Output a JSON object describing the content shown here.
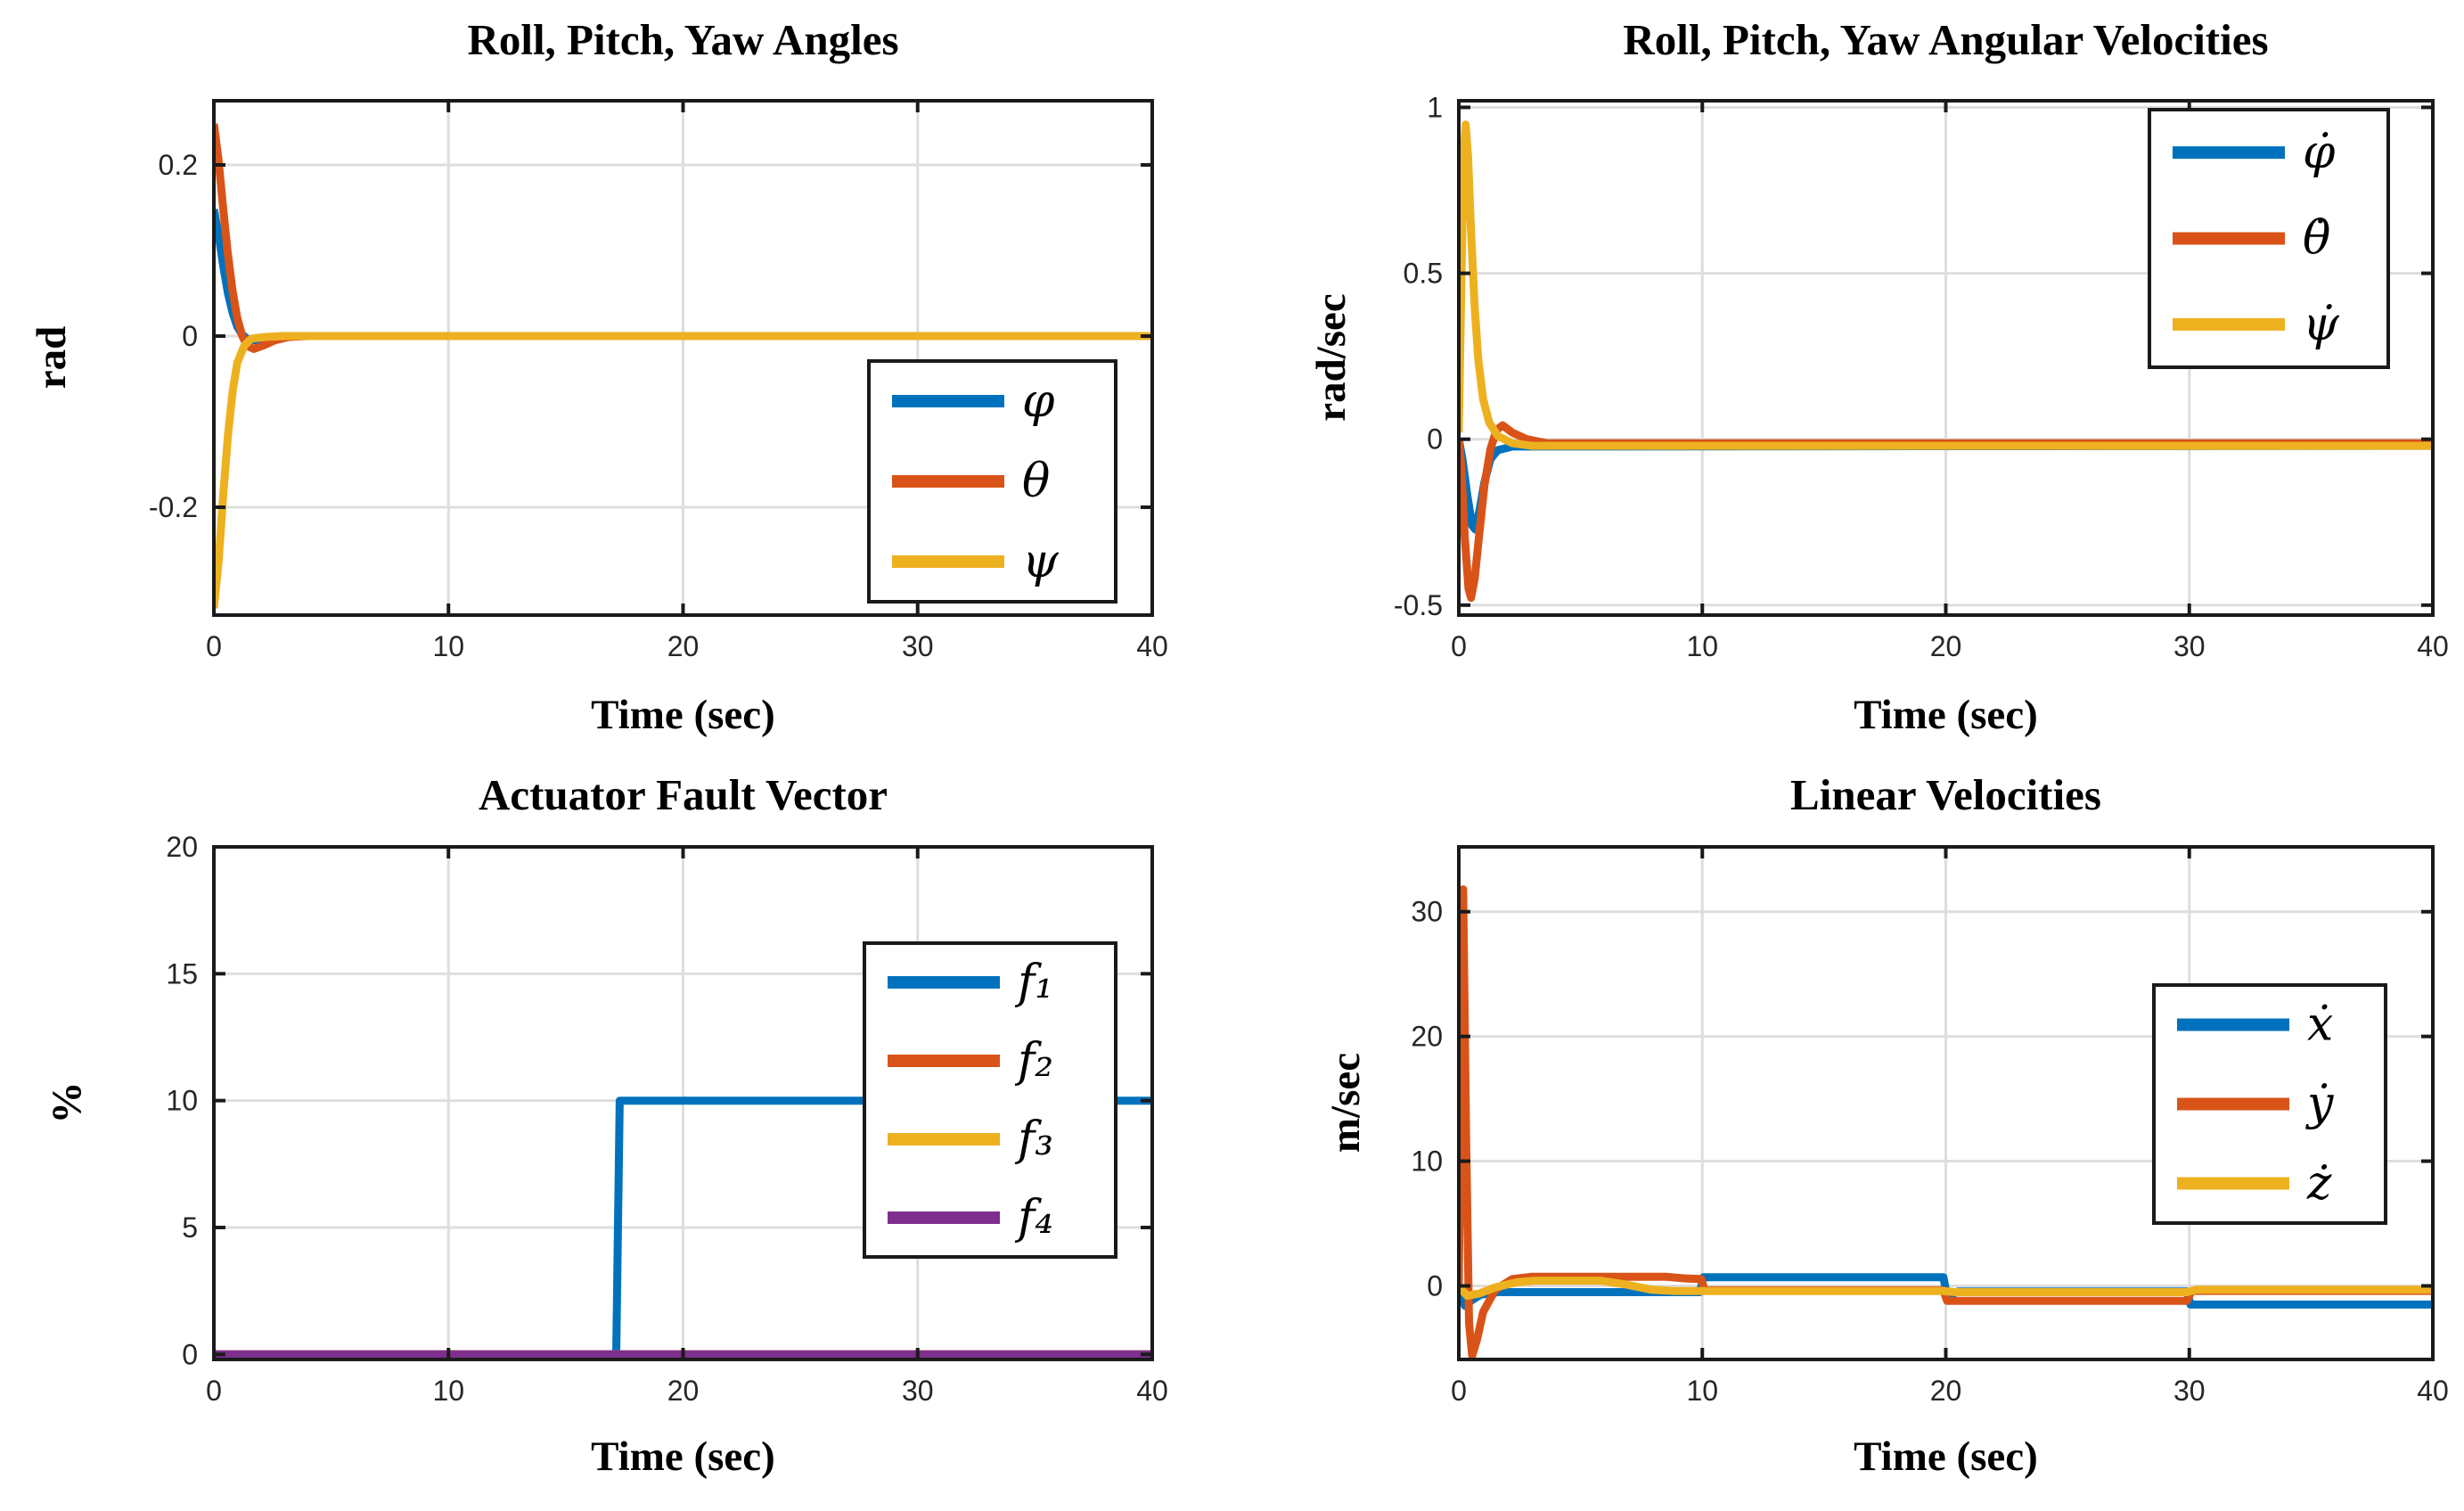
{
  "figure": {
    "background": "#ffffff",
    "axes_border_color": "#1a1a1a",
    "grid_color": "#dedede",
    "tick_label_color": "#262626",
    "text_color": "#000000",
    "palette": {
      "blue": "#0072BD",
      "orange": "#D95319",
      "yellow": "#EDB120",
      "purple": "#7E2F8E"
    }
  },
  "chart_data": [
    {
      "id": "tl",
      "type": "line",
      "title": "Roll, Pitch, Yaw Angles",
      "xlabel": "Time (sec)",
      "ylabel": "rad",
      "xlim": [
        0,
        40
      ],
      "xticks": [
        0,
        10,
        20,
        30,
        40
      ],
      "xtick_labels": [
        "0",
        "10",
        "20",
        "30",
        "40"
      ],
      "ylim": [
        -0.326,
        0.275
      ],
      "yticks": [
        -0.2,
        0,
        0.2
      ],
      "ytick_labels": [
        "-0.2",
        "0",
        "0.2"
      ],
      "grid": true,
      "legend_position": "inside lower right",
      "series": [
        {
          "name": "phi",
          "label": "φ",
          "color": "#0072BD",
          "points": [
            [
              0,
              0.148
            ],
            [
              0.2,
              0.118
            ],
            [
              0.4,
              0.082
            ],
            [
              0.6,
              0.05
            ],
            [
              0.8,
              0.027
            ],
            [
              1,
              0.011
            ],
            [
              1.2,
              0.002
            ],
            [
              1.45,
              -0.004
            ],
            [
              1.8,
              -0.005
            ],
            [
              2.3,
              -0.002
            ],
            [
              3,
              0
            ],
            [
              40,
              0
            ]
          ]
        },
        {
          "name": "theta",
          "label": "θ",
          "color": "#D95319",
          "points": [
            [
              0,
              0.248
            ],
            [
              0.2,
              0.205
            ],
            [
              0.4,
              0.148
            ],
            [
              0.6,
              0.095
            ],
            [
              0.8,
              0.052
            ],
            [
              1,
              0.021
            ],
            [
              1.2,
              0.001
            ],
            [
              1.4,
              -0.011
            ],
            [
              1.7,
              -0.015
            ],
            [
              2.1,
              -0.011
            ],
            [
              2.6,
              -0.005
            ],
            [
              3.2,
              -0.001
            ],
            [
              4,
              0
            ],
            [
              40,
              0
            ]
          ]
        },
        {
          "name": "psi",
          "label": "ψ",
          "color": "#EDB120",
          "points": [
            [
              0,
              -0.318
            ],
            [
              0.2,
              -0.263
            ],
            [
              0.4,
              -0.186
            ],
            [
              0.6,
              -0.116
            ],
            [
              0.8,
              -0.064
            ],
            [
              1,
              -0.031
            ],
            [
              1.3,
              -0.011
            ],
            [
              1.6,
              -0.003
            ],
            [
              2.2,
              -0.001
            ],
            [
              3,
              0
            ],
            [
              40,
              0
            ]
          ]
        }
      ]
    },
    {
      "id": "tr",
      "type": "line",
      "title": "Roll, Pitch, Yaw Angular Velocities",
      "xlabel": "Time (sec)",
      "ylabel": "rad/sec",
      "xlim": [
        0,
        40
      ],
      "xticks": [
        0,
        10,
        20,
        30,
        40
      ],
      "xtick_labels": [
        "0",
        "10",
        "20",
        "30",
        "40"
      ],
      "ylim": [
        -0.53,
        1.02
      ],
      "yticks": [
        -0.5,
        0,
        0.5,
        1
      ],
      "ytick_labels": [
        "-0.5",
        "0",
        "0.5",
        "1"
      ],
      "grid": true,
      "legend_position": "inside upper right",
      "series": [
        {
          "name": "phi-dot",
          "label": "φ̇",
          "color": "#0072BD",
          "points": [
            [
              0,
              0
            ],
            [
              0.15,
              -0.06
            ],
            [
              0.35,
              -0.17
            ],
            [
              0.55,
              -0.26
            ],
            [
              0.68,
              -0.272
            ],
            [
              0.85,
              -0.215
            ],
            [
              1.05,
              -0.13
            ],
            [
              1.3,
              -0.06
            ],
            [
              1.6,
              -0.033
            ],
            [
              2.2,
              -0.022
            ],
            [
              40,
              -0.02
            ]
          ]
        },
        {
          "name": "theta-dot",
          "label": "θ̇",
          "color": "#D95319",
          "points": [
            [
              0,
              0
            ],
            [
              0.1,
              -0.08
            ],
            [
              0.25,
              -0.3
            ],
            [
              0.4,
              -0.45
            ],
            [
              0.5,
              -0.478
            ],
            [
              0.65,
              -0.42
            ],
            [
              0.85,
              -0.28
            ],
            [
              1.05,
              -0.14
            ],
            [
              1.3,
              -0.03
            ],
            [
              1.55,
              0.028
            ],
            [
              1.8,
              0.042
            ],
            [
              2.2,
              0.02
            ],
            [
              2.8,
              0
            ],
            [
              3.6,
              -0.012
            ],
            [
              40,
              -0.012
            ]
          ]
        },
        {
          "name": "psi-dot",
          "label": "ψ̇",
          "color": "#EDB120",
          "points": [
            [
              0,
              0.02
            ],
            [
              0.1,
              0.45
            ],
            [
              0.2,
              0.86
            ],
            [
              0.28,
              0.948
            ],
            [
              0.38,
              0.85
            ],
            [
              0.5,
              0.63
            ],
            [
              0.65,
              0.4
            ],
            [
              0.8,
              0.24
            ],
            [
              1,
              0.12
            ],
            [
              1.25,
              0.05
            ],
            [
              1.6,
              0.01
            ],
            [
              2.2,
              -0.012
            ],
            [
              3,
              -0.02
            ],
            [
              40,
              -0.02
            ]
          ]
        }
      ]
    },
    {
      "id": "bl",
      "type": "line",
      "title": "Actuator Fault Vector",
      "xlabel": "Time (sec)",
      "ylabel": "%",
      "xlim": [
        0,
        40
      ],
      "xticks": [
        0,
        10,
        20,
        30,
        40
      ],
      "xtick_labels": [
        "0",
        "10",
        "20",
        "30",
        "40"
      ],
      "ylim": [
        -0.2,
        20
      ],
      "yticks": [
        0,
        5,
        10,
        15,
        20
      ],
      "ytick_labels": [
        "0",
        "5",
        "10",
        "15",
        "20"
      ],
      "grid": true,
      "legend_position": "inside right",
      "fault_step": {
        "series": "f1",
        "step_time_sec": 17.2,
        "step_value_pct": 10
      },
      "series": [
        {
          "name": "f1",
          "label": "f₁",
          "color": "#0072BD",
          "points": [
            [
              0,
              0
            ],
            [
              17.15,
              0
            ],
            [
              17.3,
              10
            ],
            [
              40,
              10
            ]
          ]
        },
        {
          "name": "f2",
          "label": "f₂",
          "color": "#D95319",
          "points": [
            [
              0,
              0
            ],
            [
              40,
              0
            ]
          ]
        },
        {
          "name": "f3",
          "label": "f₃",
          "color": "#EDB120",
          "points": [
            [
              0,
              0
            ],
            [
              40,
              0
            ]
          ]
        },
        {
          "name": "f4",
          "label": "f₄",
          "color": "#7E2F8E",
          "points": [
            [
              0,
              0
            ],
            [
              40,
              0
            ]
          ]
        }
      ]
    },
    {
      "id": "br",
      "type": "line",
      "title": "Linear Velocities",
      "xlabel": "Time (sec)",
      "ylabel": "m/sec",
      "xlim": [
        0,
        40
      ],
      "xticks": [
        0,
        10,
        20,
        30,
        40
      ],
      "xtick_labels": [
        "0",
        "10",
        "20",
        "30",
        "40"
      ],
      "ylim": [
        -5.9,
        35.2
      ],
      "yticks": [
        0,
        10,
        20,
        30
      ],
      "ytick_labels": [
        "0",
        "10",
        "20",
        "30"
      ],
      "grid": true,
      "legend_position": "inside right",
      "series": [
        {
          "name": "x-dot",
          "label": "ẋ",
          "color": "#0072BD",
          "points": [
            [
              0,
              0
            ],
            [
              0.25,
              -1.6
            ],
            [
              0.5,
              -1.2
            ],
            [
              0.9,
              -0.7
            ],
            [
              1.6,
              -0.5
            ],
            [
              9.9,
              -0.5
            ],
            [
              10.05,
              0.7
            ],
            [
              19.9,
              0.7
            ],
            [
              20.05,
              -0.85
            ],
            [
              20.5,
              -0.45
            ],
            [
              29.9,
              -0.45
            ],
            [
              30.05,
              -1.5
            ],
            [
              40,
              -1.5
            ]
          ]
        },
        {
          "name": "y-dot",
          "label": "ẏ",
          "color": "#D95319",
          "points": [
            [
              0,
              0
            ],
            [
              0.08,
              16
            ],
            [
              0.18,
              31.8
            ],
            [
              0.3,
              12
            ],
            [
              0.42,
              -3
            ],
            [
              0.55,
              -5.6
            ],
            [
              0.75,
              -4.3
            ],
            [
              1,
              -2.1
            ],
            [
              1.5,
              -0.3
            ],
            [
              2.2,
              0.55
            ],
            [
              3,
              0.73
            ],
            [
              8.5,
              0.73
            ],
            [
              9.3,
              0.6
            ],
            [
              9.95,
              0.55
            ],
            [
              10.1,
              -0.35
            ],
            [
              19.9,
              -0.35
            ],
            [
              20.05,
              -1.2
            ],
            [
              29.9,
              -1.2
            ],
            [
              30.1,
              -0.4
            ],
            [
              40,
              -0.4
            ]
          ]
        },
        {
          "name": "z-dot",
          "label": "ż",
          "color": "#EDB120",
          "points": [
            [
              0,
              -0.05
            ],
            [
              0.35,
              -0.8
            ],
            [
              0.85,
              -0.6
            ],
            [
              1.5,
              -0.12
            ],
            [
              2.4,
              0.3
            ],
            [
              3.2,
              0.42
            ],
            [
              5.8,
              0.42
            ],
            [
              6.9,
              0.1
            ],
            [
              7.9,
              -0.3
            ],
            [
              8.9,
              -0.42
            ],
            [
              19.9,
              -0.42
            ],
            [
              20.4,
              -0.5
            ],
            [
              29.9,
              -0.5
            ],
            [
              30.3,
              -0.3
            ],
            [
              40,
              -0.3
            ]
          ]
        }
      ]
    }
  ]
}
